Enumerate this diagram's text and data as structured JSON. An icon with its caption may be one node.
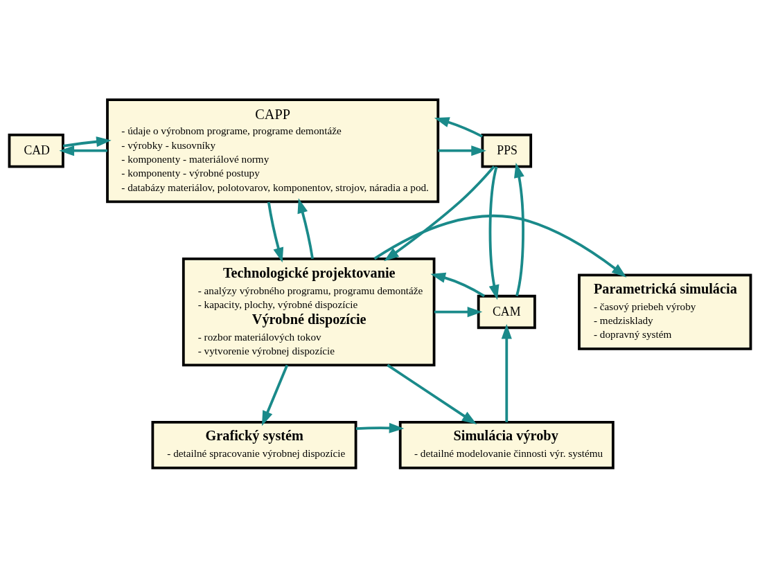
{
  "diagram": {
    "nodes": [
      {
        "text": [
          "CAD"
        ]
      },
      {
        "text": [
          "CAPP",
          "- údaje o výrobnom programe, programe demontáže",
          "- výrobky - kusovníky",
          "- komponenty - materiálové normy",
          "- komponenty - výrobné postupy",
          "- databázy materiálov, polotovarov, komponentov, strojov, náradia a pod."
        ]
      },
      {
        "text": [
          "PPS"
        ]
      },
      {
        "text": [
          "Parametrická simulácia",
          "- časový priebeh výroby",
          "- medzisklady",
          "- dopravný systém"
        ]
      },
      {
        "text": [
          "Technologické projektovanie",
          "- analýzy výrobného programu, programu demontáže",
          "- kapacity, plochy, výrobné dispozície",
          "Výrobné dispozície",
          "- rozbor materiálových tokov",
          "- vytvorenie výrobnej dispozície"
        ]
      },
      {
        "text": [
          "CAM"
        ]
      },
      {
        "text": [
          "Grafický systém",
          "- detailné spracovanie výrobnej dispozície"
        ]
      },
      {
        "text": [
          "Simulácia výroby",
          "- detailné modelovanie činnosti výr. systému"
        ]
      }
    ],
    "edges": [
      {
        "from": 1,
        "to": 0,
        "arrow": "to"
      },
      {
        "from": 0,
        "to": 1,
        "arrow": "to"
      },
      {
        "from": 1,
        "to": 2,
        "arrow": "to"
      },
      {
        "from": 2,
        "to": 1,
        "arrow": "to"
      },
      {
        "from": 1,
        "to": 4,
        "arrow": "to"
      },
      {
        "from": 4,
        "to": 1,
        "arrow": "to"
      },
      {
        "from": 2,
        "to": 4,
        "arrow": "to"
      },
      {
        "from": 5,
        "to": 2,
        "arrow": "to"
      },
      {
        "from": 2,
        "to": 5,
        "arrow": "to"
      },
      {
        "from": 4,
        "to": 5,
        "arrow": "to"
      },
      {
        "from": 5,
        "to": 4,
        "arrow": "to"
      },
      {
        "from": 4,
        "to": 3,
        "arrow": "to"
      },
      {
        "from": 4,
        "to": 6,
        "arrow": "to"
      },
      {
        "from": 4,
        "to": 7,
        "arrow": "to"
      },
      {
        "from": 6,
        "to": 7,
        "arrow": "to"
      },
      {
        "from": 7,
        "to": 5,
        "arrow": "to"
      }
    ]
  }
}
